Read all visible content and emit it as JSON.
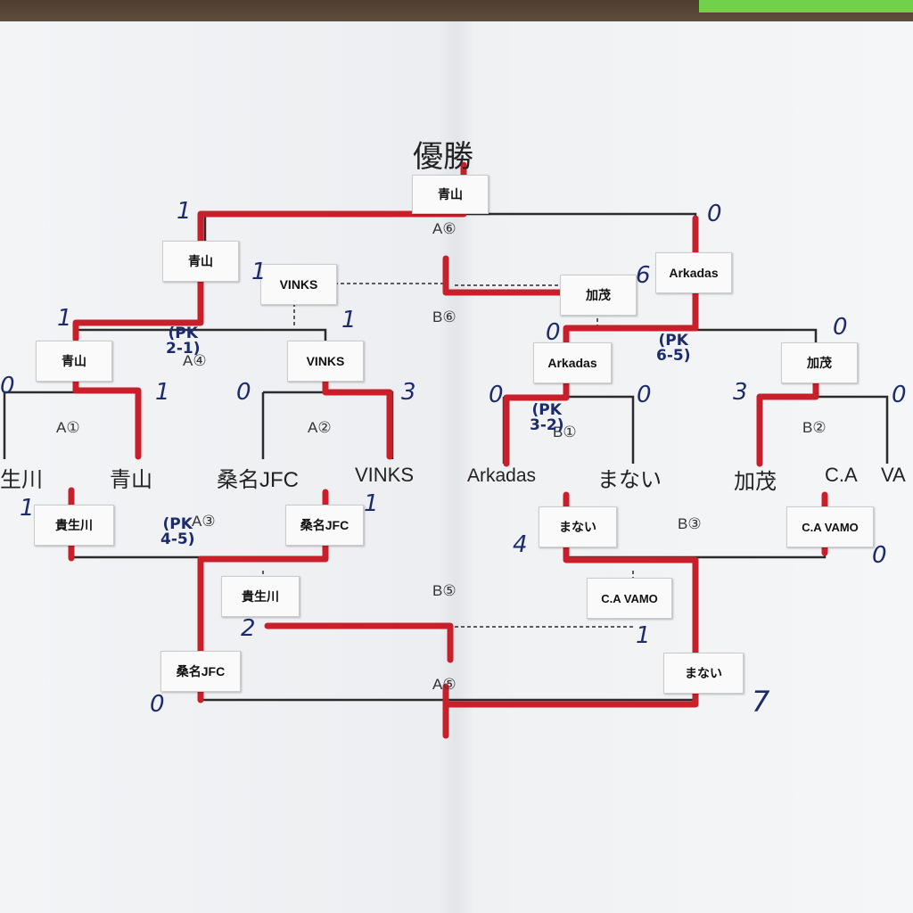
{
  "title": "優勝",
  "champion": "青山",
  "match_labels": {
    "a1": "A①",
    "a2": "A②",
    "a4": "A④",
    "a6": "A⑥",
    "b1": "B①",
    "b2": "B②",
    "b3": "B③",
    "b5": "B⑤",
    "b6": "B⑥",
    "a3": "A③",
    "a5": "A⑤"
  },
  "teams": [
    "生川",
    "青山",
    "桑名JFC",
    "VINKS",
    "Arkadas",
    "まない",
    "加茂",
    "C.A",
    "VA"
  ],
  "cards": {
    "final_left": "青山",
    "final_right": "Arkadas",
    "third_left": "VINKS",
    "third_right": "加茂",
    "a4_left": "青山",
    "a4_right": "VINKS",
    "b1_left": "Arkadas",
    "b2_right": "加茂",
    "a3_left": "貴生川",
    "a3_right": "桑名JFC",
    "b3_left": "まない",
    "b3_right": "C.A VAMO",
    "b5_left": "貴生川",
    "b5_right": "C.A VAMO",
    "a5_left": "桑名JFC",
    "a5_right": "まない"
  },
  "scores": {
    "a6_left": "1",
    "a6_right": "0",
    "b6_left": "1",
    "b6_right": "6",
    "a4_left": "1",
    "a4_right": "1",
    "b4_left": "0",
    "b4_right": "0",
    "a1_left": "0",
    "a1_right": "1",
    "a2_left": "0",
    "a2_right": "3",
    "b1_left": "0",
    "b1_right": "0",
    "b2_left": "3",
    "b2_right": "0",
    "a3_left": "1",
    "a3_right": "1",
    "b3_left": "4",
    "b3_right": "0",
    "b5_left": "2",
    "b5_right": "1",
    "a5_left": "0",
    "a5_right": "7"
  },
  "pk_notes": {
    "a4": "(PK\n2-1)",
    "b4": "(PK\n6-5)",
    "b1": "(PK\n3-2)",
    "a3": "(PK\n4-5)"
  },
  "colors": {
    "winner_line": "#c8202a",
    "line": "#2b2b2b",
    "ink": "#1d2b6b"
  }
}
